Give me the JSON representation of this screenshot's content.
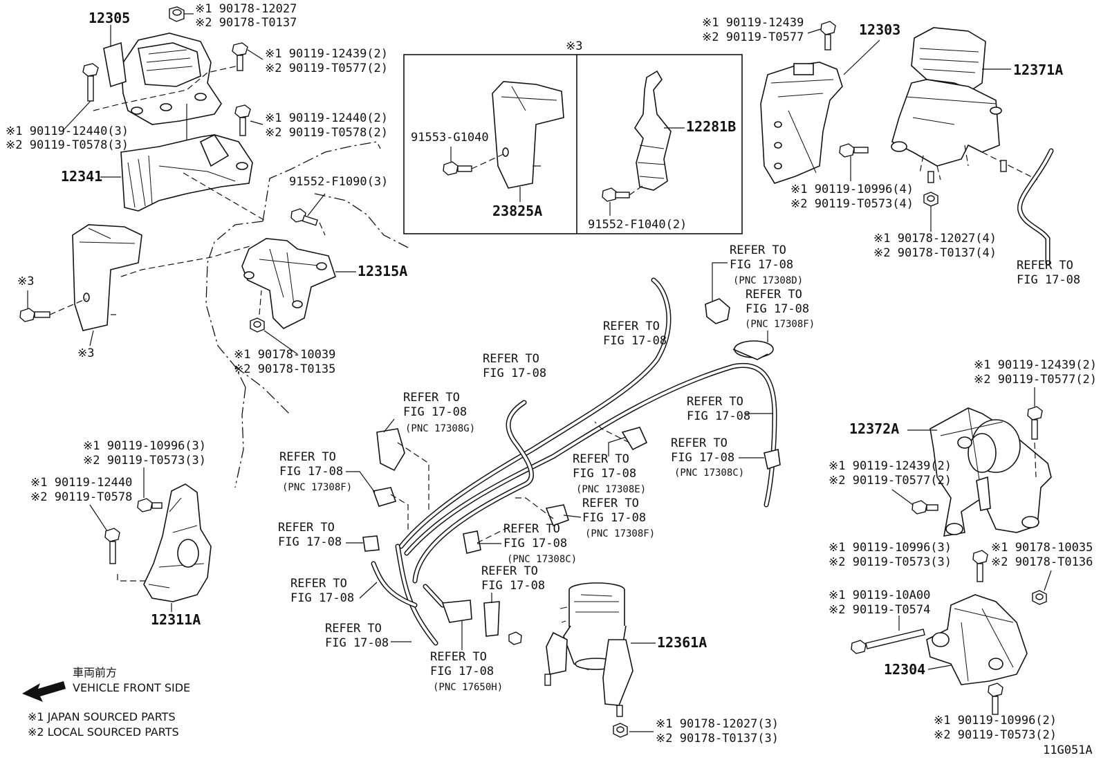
{
  "parts": {
    "p12305": "12305",
    "p12341": "12341",
    "p12315A": "12315A",
    "p23825A": "23825A",
    "p12281B": "12281B",
    "p12303": "12303",
    "p12371A": "12371A",
    "p12372A": "12372A",
    "p12311A": "12311A",
    "p12361A": "12361A",
    "p12304": "12304"
  },
  "fasteners": {
    "f1a": "※1 90178-12027",
    "f1b": "※2 90178-T0137",
    "f2a": "※1 90119-12439(2)",
    "f2b": "※2 90119-T0577(2)",
    "f3a": "※1 90119-12440(2)",
    "f3b": "※2 90119-T0578(2)",
    "f4a": "※1 90119-12440(3)",
    "f4b": "※2 90119-T0578(3)",
    "f5": "91552-F1090(3)",
    "f6a": "※1 90178-10039",
    "f6b": "※2 90178-T0135",
    "f7": "91553-G1040",
    "f8": "91552-F1040(2)",
    "f9a": "※1 90119-12439",
    "f9b": "※2 90119-T0577",
    "f10a": "※1 90119-10996(4)",
    "f10b": "※2 90119-T0573(4)",
    "f11a": "※1 90178-12027(4)",
    "f11b": "※2 90178-T0137(4)",
    "f12a": "※1 90119-12439(2)",
    "f12b": "※2 90119-T0577(2)",
    "f13a": "※1 90119-12439(2)",
    "f13b": "※2 90119-T0577(2)",
    "f14a": "※1 90119-10996(3)",
    "f14b": "※2 90119-T0573(3)",
    "f15a": "※1 90178-10035",
    "f15b": "※2 90178-T0136",
    "f16a": "※1 90119-10A00",
    "f16b": "※2 90119-T0574",
    "f17a": "※1 90119-10996(2)",
    "f17b": "※2 90119-T0573(2)",
    "f18a": "※1 90119-10996(3)",
    "f18b": "※2 90119-T0573(3)",
    "f19a": "※1 90119-12440",
    "f19b": "※2 90119-T0578",
    "f20a": "※1 90178-12027(3)",
    "f20b": "※2 90178-T0137(3)"
  },
  "refs": {
    "refer": "REFER TO",
    "fig": "FIG 17-08",
    "pnc_d": "(PNC 17308D)",
    "pnc_f": "(PNC 17308F)",
    "pnc_g": "(PNC 17308G)",
    "pnc_e": "(PNC 17308E)",
    "pnc_c": "(PNC 17308C)",
    "pnc_h": "(PNC 17650H)"
  },
  "marks": {
    "m3": "※3"
  },
  "legend": {
    "front_jp": "車両前方",
    "front_en": "VEHICLE FRONT SIDE",
    "note1": "※1 JAPAN SOURCED PARTS",
    "note2": "※2 LOCAL SOURCED PARTS"
  },
  "figure_id": "11G051A"
}
